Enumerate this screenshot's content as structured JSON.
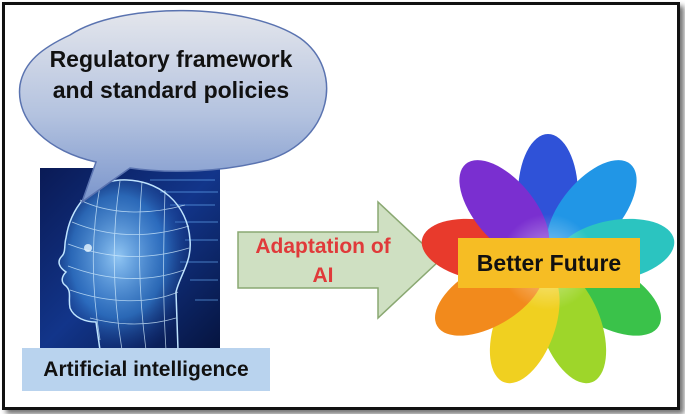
{
  "bubble": {
    "text": "Regulatory framework and standard policies"
  },
  "ai_label": "Artificial intelligence",
  "arrow": {
    "text": "Adaptation of AI"
  },
  "future": {
    "text": "Better Future"
  },
  "colors": {
    "bubble_top": "#dfe2ea",
    "bubble_bottom": "#7a95cc",
    "ai_label_bg": "#b9d3ee",
    "arrow_fill": "#cfe0c2",
    "arrow_stroke": "#8aa872",
    "arrow_text": "#e03a3a",
    "future_bg": "#f6bd24"
  },
  "icons": {
    "head": "wireframe-head-icon",
    "flower": "rainbow-flower-icon"
  }
}
